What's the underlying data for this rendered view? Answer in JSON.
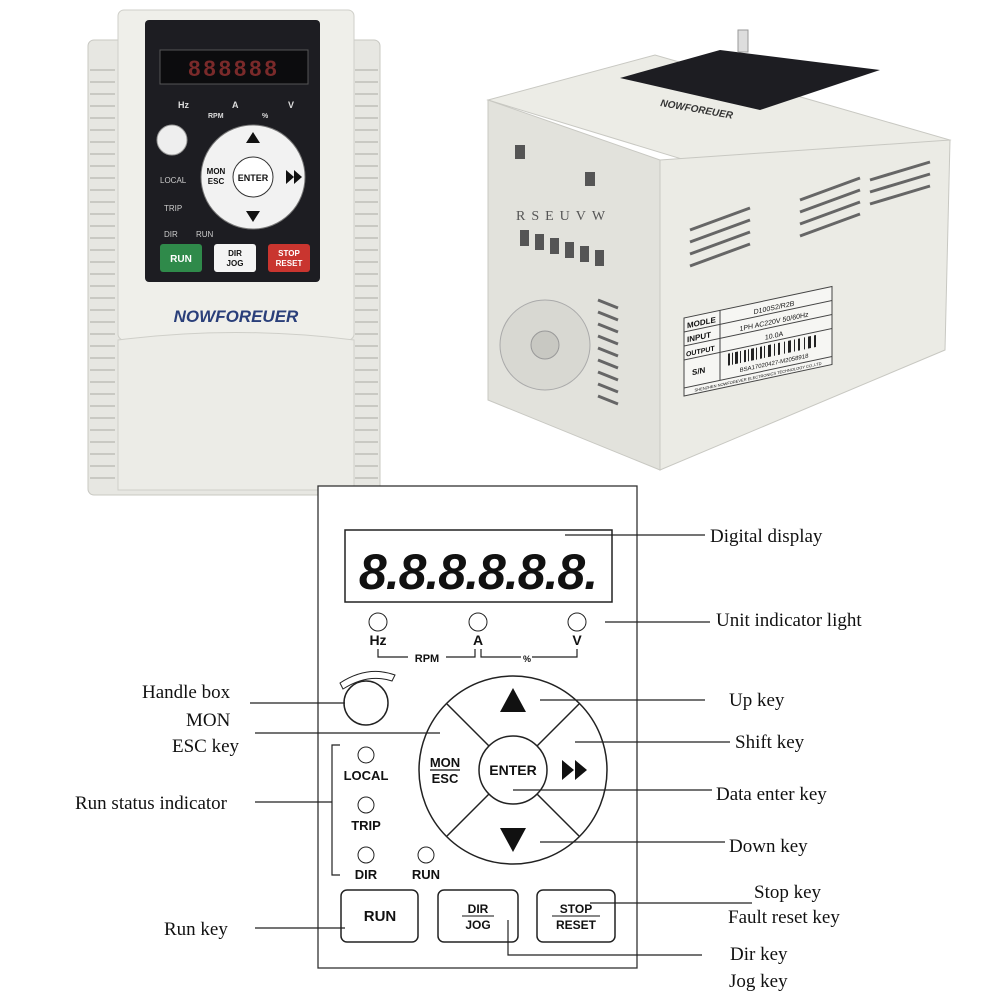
{
  "product_photo_front": {
    "brand": "NOWFOREUER",
    "display": "888888",
    "unit_labels": [
      "Hz",
      "RPM",
      "A",
      "%",
      "V"
    ],
    "status_labels": [
      "LOCAL",
      "TRIP",
      "DIR",
      "RUN"
    ],
    "keys": {
      "mon_esc": [
        "MON",
        "ESC"
      ],
      "enter": "ENTER",
      "run": "RUN",
      "dir_jog": [
        "DIR",
        "JOG"
      ],
      "stop_reset": [
        "STOP",
        "RESET"
      ]
    }
  },
  "product_photo_side": {
    "terminal_labels": "RSEUVW",
    "brand": "NOWFOREUER",
    "nameplate": {
      "rows": [
        {
          "label": "MODLE",
          "value": "D100S2/R2B"
        },
        {
          "label": "INPUT",
          "value": "1PH AC220V 50/60Hz"
        },
        {
          "label": "OUTPUT",
          "value": "10.0A"
        },
        {
          "label": "S/N",
          "value": "BSA17020427-M2058918"
        }
      ],
      "footer": "SHENZHEN NOWFOREVER ELECTRONICS TECHNOLOGY CO.,LTD"
    }
  },
  "diagram": {
    "display": "8.8.8.8.8.8.",
    "units": {
      "hz": "Hz",
      "a": "A",
      "v": "V",
      "rpm": "RPM",
      "percent": "%"
    },
    "status": {
      "local": "LOCAL",
      "trip": "TRIP",
      "dir": "DIR",
      "run": "RUN"
    },
    "keys": {
      "mon": "MON",
      "esc": "ESC",
      "enter": "ENTER",
      "run": "RUN",
      "dir": "DIR",
      "jog": "JOG",
      "stop": "STOP",
      "reset": "RESET"
    },
    "callouts": {
      "digital_display": "Digital display",
      "unit_indicator": "Unit indicator light",
      "up_key": "Up key",
      "shift_key": "Shift key",
      "data_enter_key": "Data enter key",
      "down_key": "Down key",
      "stop_key": "Stop key",
      "fault_reset_key": "Fault reset key",
      "dir_key": "Dir key",
      "jog_key": "Jog key",
      "handle_box": "Handle box",
      "mon": "MON",
      "esc_key": "ESC key",
      "run_status_indicator": "Run status indicator",
      "run_key": "Run key"
    }
  }
}
